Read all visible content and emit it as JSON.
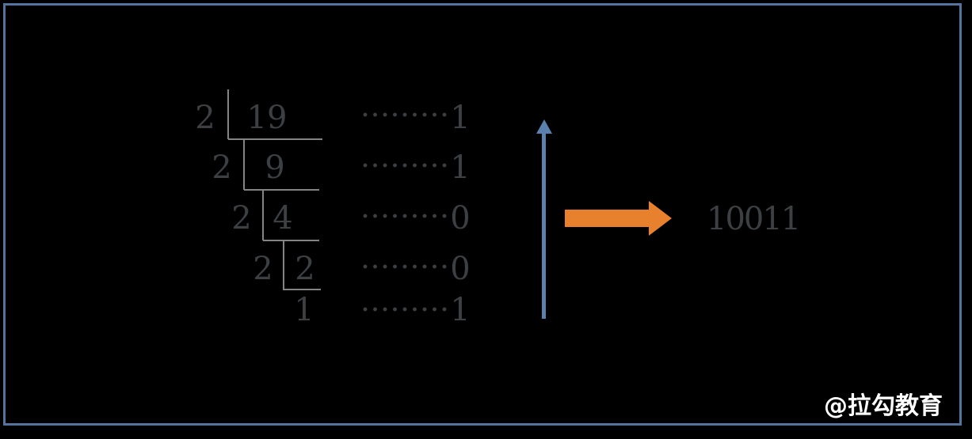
{
  "division": {
    "steps": [
      {
        "divisor": "2",
        "dividend": "19",
        "remainder": "1"
      },
      {
        "divisor": "2",
        "dividend": "9",
        "remainder": "1"
      },
      {
        "divisor": "2",
        "dividend": "4",
        "remainder": "0"
      },
      {
        "divisor": "2",
        "dividend": "2",
        "remainder": "0"
      },
      {
        "divisor": "",
        "dividend": "1",
        "remainder": "1"
      }
    ]
  },
  "result": {
    "binary_value": "10011"
  },
  "watermark": {
    "label": "@拉勾教育"
  },
  "colors": {
    "background": "#000000",
    "border": "#54749e",
    "line": "#848484",
    "digit": "#3d4043",
    "dot": "#3d4043",
    "arrow-up": "#5b80ae",
    "arrow-right": "#e8812e",
    "watermark": "#ffffff"
  }
}
